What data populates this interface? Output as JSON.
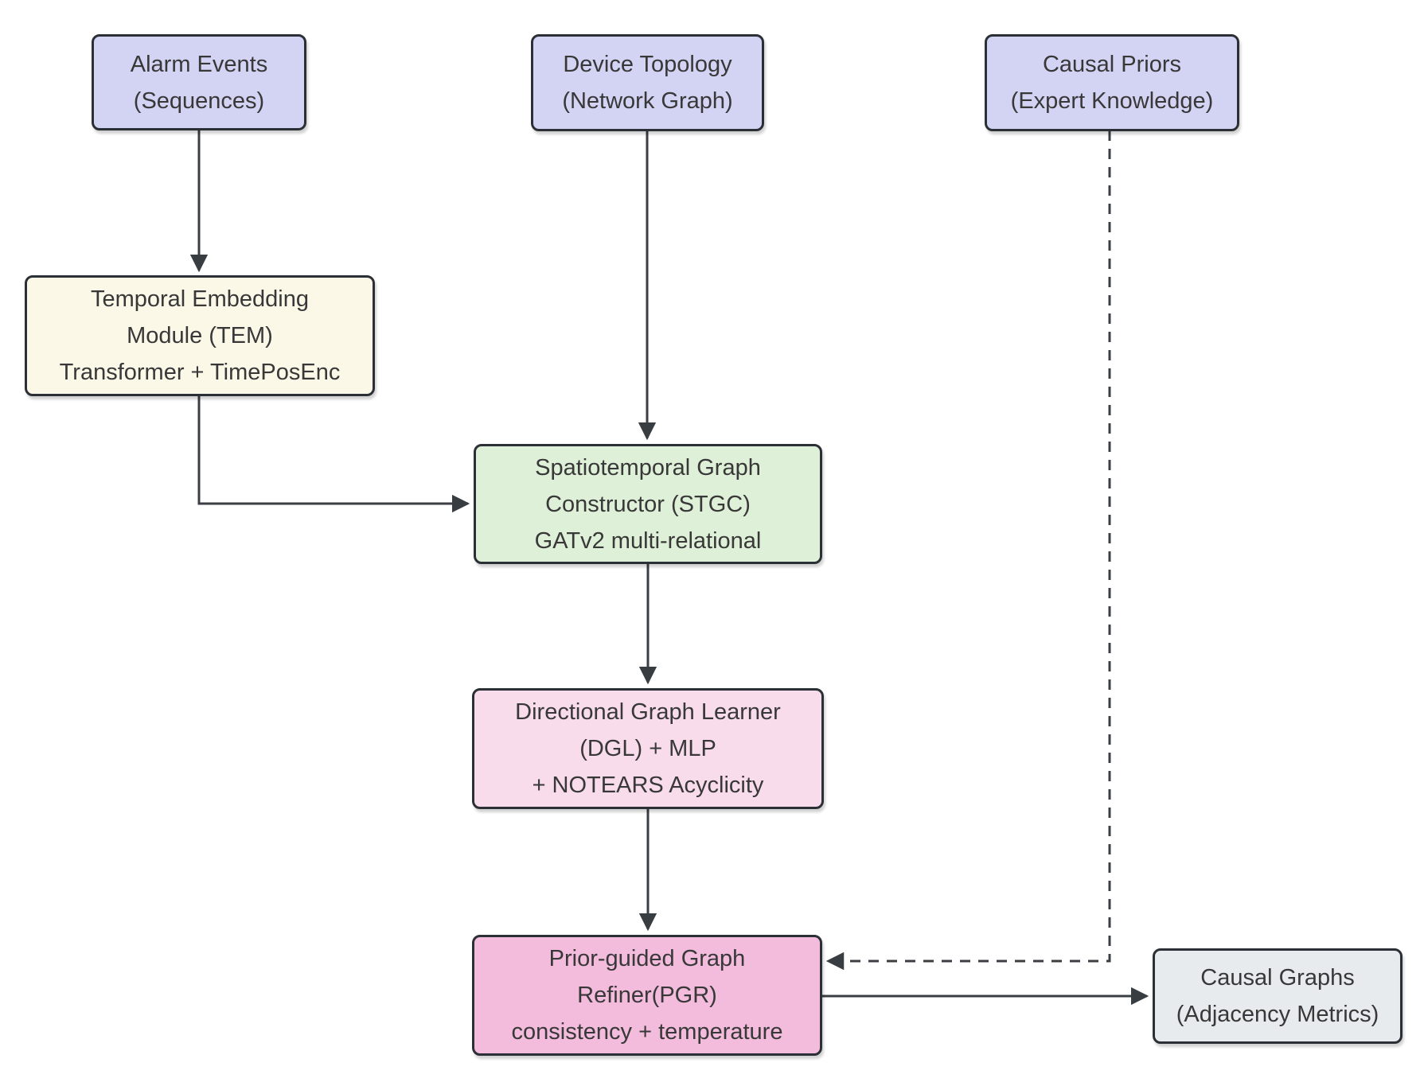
{
  "diagram": {
    "background": "#ffffff",
    "nodes": {
      "alarm_events": {
        "lines": [
          "Alarm Events",
          "(Sequences)"
        ],
        "fill": "#d3d3f4"
      },
      "device_topology": {
        "lines": [
          "Device Topology",
          "(Network Graph)"
        ],
        "fill": "#d3d3f4"
      },
      "causal_priors": {
        "lines": [
          "Causal Priors",
          "(Expert Knowledge)"
        ],
        "fill": "#d3d3f4"
      },
      "tem": {
        "lines": [
          "Temporal Embedding",
          "Module (TEM)",
          "Transformer + TimePosEnc"
        ],
        "fill": "#fbf8e8"
      },
      "stgc": {
        "lines": [
          "Spatiotemporal Graph",
          "Constructor (STGC)",
          "GATv2 multi-relational"
        ],
        "fill": "#dff0d8"
      },
      "dgl": {
        "lines": [
          "Directional Graph Learner",
          "(DGL) + MLP",
          "+ NOTEARS Acyclicity"
        ],
        "fill": "#f9dcec"
      },
      "pgr": {
        "lines": [
          "Prior-guided Graph",
          "Refiner(PGR)",
          "consistency + temperature"
        ],
        "fill": "#f3bbdc"
      },
      "causal_graphs": {
        "lines": [
          "Causal Graphs",
          "(Adjacency Metrics)"
        ],
        "fill": "#e8ebed"
      }
    },
    "edges": [
      {
        "from": "Alarm Events (Sequences)",
        "to": "Temporal Embedding Module (TEM)",
        "style": "solid"
      },
      {
        "from": "Temporal Embedding Module (TEM)",
        "to": "Spatiotemporal Graph Constructor (STGC)",
        "style": "solid"
      },
      {
        "from": "Device Topology (Network Graph)",
        "to": "Spatiotemporal Graph Constructor (STGC)",
        "style": "solid"
      },
      {
        "from": "Spatiotemporal Graph Constructor (STGC)",
        "to": "Directional Graph Learner (DGL)",
        "style": "solid"
      },
      {
        "from": "Directional Graph Learner (DGL)",
        "to": "Prior-guided Graph Refiner (PGR)",
        "style": "solid"
      },
      {
        "from": "Causal Priors (Expert Knowledge)",
        "to": "Prior-guided Graph Refiner (PGR)",
        "style": "dashed"
      },
      {
        "from": "Prior-guided Graph Refiner (PGR)",
        "to": "Causal Graphs (Adjacency Metrics)",
        "style": "solid"
      }
    ],
    "colors": {
      "node_border": "#2b3036",
      "edge": "#3b3f44",
      "text": "#383838",
      "input_fill": "#d3d3f4",
      "tem_fill": "#fbf8e8",
      "stgc_fill": "#dff0d8",
      "dgl_fill": "#f9dcec",
      "pgr_fill": "#f3bbdc",
      "output_fill": "#e8ebed"
    }
  }
}
